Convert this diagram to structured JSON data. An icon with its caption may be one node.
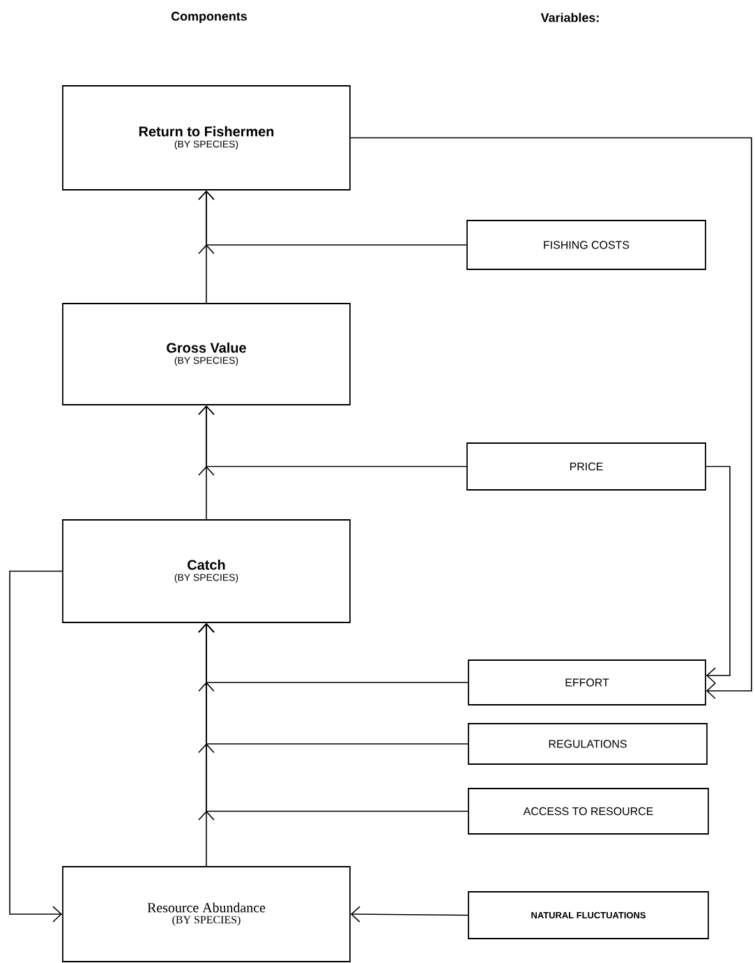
{
  "diagram": {
    "nodes": [
      {
        "text": [
          "Return to Fishermen",
          "(BY SPECIES)"
        ]
      },
      {
        "text": [
          "FISHING COSTS"
        ]
      },
      {
        "text": [
          "Gross Value",
          "(BY SPECIES)"
        ]
      },
      {
        "text": [
          "PRICE"
        ]
      },
      {
        "text": [
          "Catch",
          "(BY SPECIES)"
        ]
      },
      {
        "text": [
          "EFFORT"
        ]
      },
      {
        "text": [
          "REGULATIONS"
        ]
      },
      {
        "text": [
          "ACCESS TO RESOURCE"
        ]
      },
      {
        "text": [
          "Resource Abundance",
          "(BY SPECIES)"
        ]
      },
      {
        "text": [
          "NATURAL FLUCTUATIONS"
        ]
      }
    ],
    "edges": [
      {
        "from": 2,
        "to": 0,
        "arrow": "to"
      },
      {
        "from": 1,
        "to": 0,
        "arrow": "to"
      },
      {
        "from": 4,
        "to": 2,
        "arrow": "to"
      },
      {
        "from": 3,
        "to": 2,
        "arrow": "to"
      },
      {
        "from": 8,
        "to": 4,
        "arrow": "to"
      },
      {
        "from": 5,
        "to": 4,
        "arrow": "to"
      },
      {
        "from": 6,
        "to": 4,
        "arrow": "to"
      },
      {
        "from": 7,
        "to": 4,
        "arrow": "to"
      },
      {
        "from": 9,
        "to": 8,
        "arrow": "to"
      },
      {
        "from": 4,
        "to": 8,
        "arrow": "to"
      },
      {
        "from": 3,
        "to": 5,
        "arrow": "to"
      },
      {
        "from": 0,
        "to": 5,
        "arrow": "to"
      }
    ],
    "labels": [
      "Components",
      "Variables:"
    ]
  }
}
